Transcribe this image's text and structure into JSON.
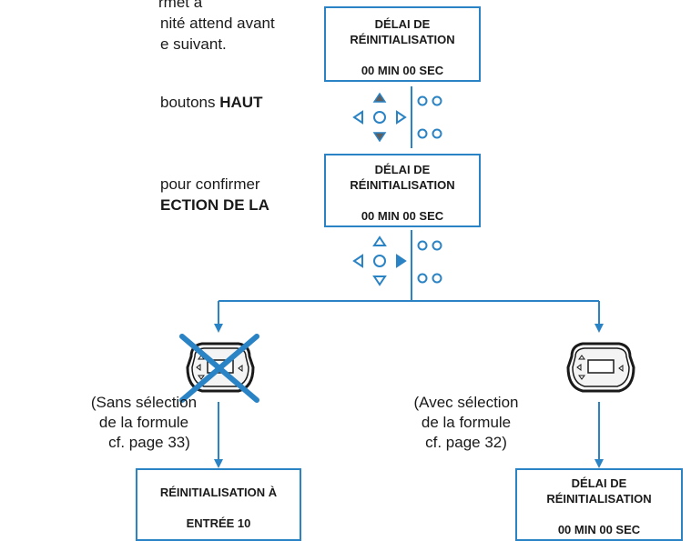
{
  "intro": {
    "line1": "rmet à",
    "line2": "nité attend avant",
    "line3": "e suivant.",
    "line4_pre": "boutons ",
    "line4_bold": "HAUT",
    "line5": "pour confirmer",
    "line6_bold": "ECTION DE LA"
  },
  "box_top": {
    "line1": "DÉLAI DE",
    "line2": "RÉINITIALISATION",
    "line3": "00 MIN 00 SEC"
  },
  "box_mid": {
    "line1": "DÉLAI DE",
    "line2": "RÉINITIALISATION",
    "line3": "00 MIN 00 SEC"
  },
  "box_left": {
    "line1": "RÉINITIALISATION À",
    "line2": "ENTRÉE 10"
  },
  "box_right": {
    "line1": "DÉLAI DE",
    "line2": "RÉINITIALISATION",
    "line3": "00 MIN 00 SEC"
  },
  "note_left": {
    "line1": "(Sans sélection",
    "line2": "de la formule",
    "line3": "cf. page 33)"
  },
  "note_right": {
    "line1": "(Avec sélection",
    "line2": "de la formule",
    "line3": "cf. page 32)"
  },
  "colors": {
    "accent": "#2a83c4",
    "pressed": "#5e5e5e",
    "cross": "#2a83c4"
  },
  "keypad_top_pressed": [
    "up",
    "down"
  ],
  "keypad_mid_pressed": [
    "right"
  ]
}
